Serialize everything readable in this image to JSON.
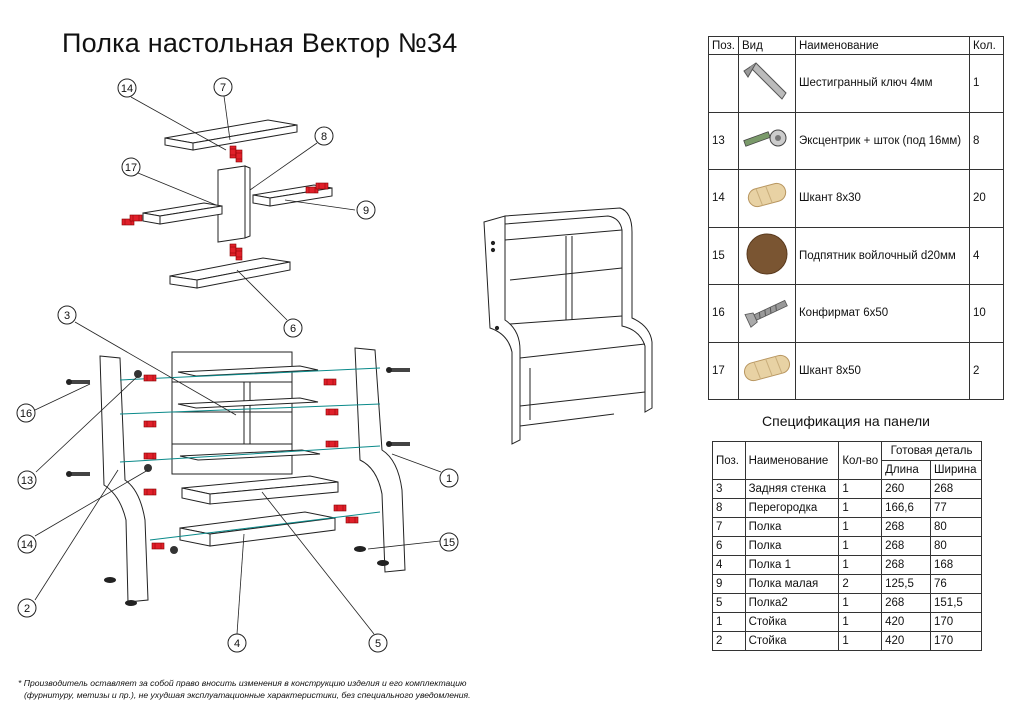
{
  "title": "Полка настольная Вектор №34",
  "callouts": [
    "14",
    "7",
    "8",
    "17",
    "9",
    "6",
    "3",
    "16",
    "13",
    "14",
    "2",
    "4",
    "5",
    "15",
    "1"
  ],
  "fittings": {
    "headers": {
      "pos": "Поз.",
      "view": "Вид",
      "name": "Наименование",
      "qty": "Кол."
    },
    "rows": [
      {
        "pos": "",
        "icon": "hex-key-icon",
        "name": "Шестигранный ключ 4мм",
        "qty": "1"
      },
      {
        "pos": "13",
        "icon": "eccentric-icon",
        "name": "Эксцентрик + шток (под 16мм)",
        "qty": "8"
      },
      {
        "pos": "14",
        "icon": "dowel-icon",
        "name": "Шкант 8х30",
        "qty": "20"
      },
      {
        "pos": "15",
        "icon": "felt-pad-icon",
        "name": "Подпятник войлочный d20мм",
        "qty": "4"
      },
      {
        "pos": "16",
        "icon": "screw-icon",
        "name": "Конфирмат 6х50",
        "qty": "10"
      },
      {
        "pos": "17",
        "icon": "dowel-icon",
        "name": "Шкант 8х50",
        "qty": "2"
      }
    ]
  },
  "spec": {
    "title": "Спецификация на панели",
    "headers": {
      "pos": "Поз.",
      "name": "Наименование",
      "qty": "Кол-во",
      "finished": "Готовая деталь",
      "length": "Длина",
      "width": "Ширина"
    },
    "rows": [
      {
        "pos": "3",
        "name": "Задняя стенка",
        "qty": "1",
        "length": "260",
        "width": "268"
      },
      {
        "pos": "8",
        "name": "Перегородка",
        "qty": "1",
        "length": "166,6",
        "width": "77"
      },
      {
        "pos": "7",
        "name": "Полка",
        "qty": "1",
        "length": "268",
        "width": "80"
      },
      {
        "pos": "6",
        "name": "Полка",
        "qty": "1",
        "length": "268",
        "width": "80"
      },
      {
        "pos": "4",
        "name": "Полка 1",
        "qty": "1",
        "length": "268",
        "width": "168"
      },
      {
        "pos": "9",
        "name": "Полка малая",
        "qty": "2",
        "length": "125,5",
        "width": "76"
      },
      {
        "pos": "5",
        "name": "Полка2",
        "qty": "1",
        "length": "268",
        "width": "151,5"
      },
      {
        "pos": "1",
        "name": "Стойка",
        "qty": "1",
        "length": "420",
        "width": "170"
      },
      {
        "pos": "2",
        "name": "Стойка",
        "qty": "1",
        "length": "420",
        "width": "170"
      }
    ]
  },
  "footnote": {
    "line1": "* Производитель оставляет за собой право вносить изменения в конструкцию изделия и его комплектацию",
    "line2": "(фурнитуру, метизы и пр.), не ухудшая эксплуатационные характеристики, без специального уведомления."
  }
}
